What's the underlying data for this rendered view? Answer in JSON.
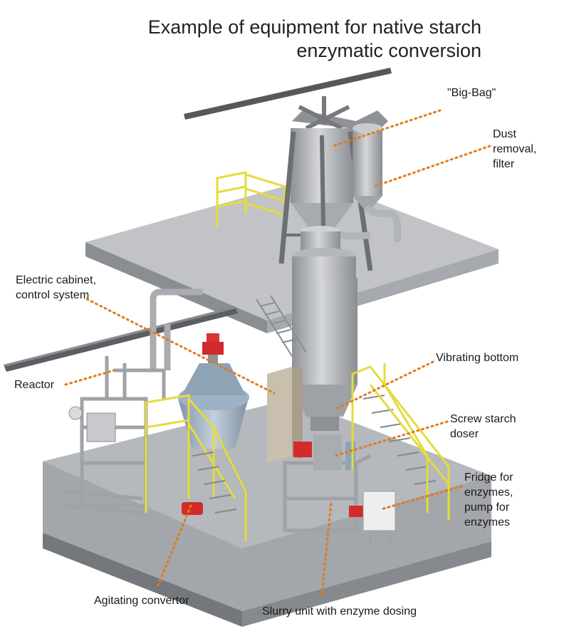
{
  "title": {
    "line1": "Example of equipment for native starch",
    "line2": "enzymatic conversion"
  },
  "labels": {
    "big_bag": "\"Big-Bag\"",
    "dust_line1": "Dust",
    "dust_line2": "removal,",
    "dust_line3": "filter",
    "cabinet_line1": "Electric cabinet,",
    "cabinet_line2": "control system",
    "reactor": "Reactor",
    "vibrating": "Vibrating bottom",
    "screw_line1": "Screw starch",
    "screw_line2": "doser",
    "fridge_line1": "Fridge for",
    "fridge_line2": "enzymes,",
    "fridge_line3": "pump for",
    "fridge_line4": "enzymes",
    "agitating": "Agitating convertor",
    "slurry": "Slurry unit with enzyme dosing"
  },
  "colors": {
    "leader": "#e07b1a",
    "railing": "#e8e04a",
    "motor": "#d42a2a",
    "steel": "#b9bcc0",
    "platform": "#9ea1a5"
  }
}
